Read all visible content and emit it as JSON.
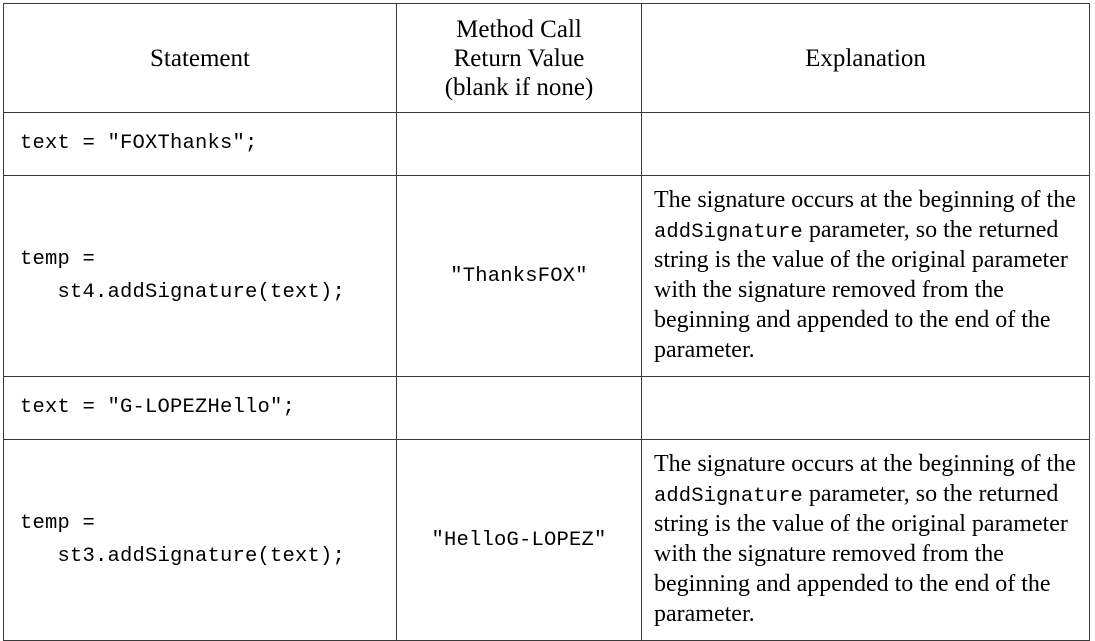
{
  "table": {
    "columns": [
      {
        "id": "statement",
        "label_lines": [
          "Statement"
        ]
      },
      {
        "id": "return_value",
        "label_lines": [
          "Method Call",
          "Return Value",
          "(blank if none)"
        ]
      },
      {
        "id": "explanation",
        "label_lines": [
          "Explanation"
        ]
      }
    ],
    "header": {
      "statement": "Statement",
      "return_l1": "Method Call",
      "return_l2": "Return Value",
      "return_l3": "(blank if none)",
      "explanation": "Explanation"
    },
    "rows": [
      {
        "statement": "text = \"FOXThanks\";",
        "return_value": "",
        "explanation_pre": "",
        "explanation_mono": "",
        "explanation_post": ""
      },
      {
        "statement": "temp =\n   st4.addSignature(text);",
        "return_value": "\"ThanksFOX\"",
        "explanation_pre": "The signature occurs at the beginning of the ",
        "explanation_mono": "addSignature",
        "explanation_post": " parameter, so the returned string is the value of the original parameter with the signature removed from the beginning and appended to the end of the parameter."
      },
      {
        "statement": "text = \"G-LOPEZHello\";",
        "return_value": "",
        "explanation_pre": "",
        "explanation_mono": "",
        "explanation_post": ""
      },
      {
        "statement": "temp =\n   st3.addSignature(text);",
        "return_value": "\"HelloG-LOPEZ\"",
        "explanation_pre": "The signature occurs at the beginning of the ",
        "explanation_mono": "addSignature",
        "explanation_post": " parameter, so the returned string is the value of the original parameter with the signature removed from the beginning and appended to the end of the parameter."
      }
    ]
  },
  "colors": {
    "border": "#3a3a3a",
    "text": "#000000",
    "background": "#ffffff"
  }
}
